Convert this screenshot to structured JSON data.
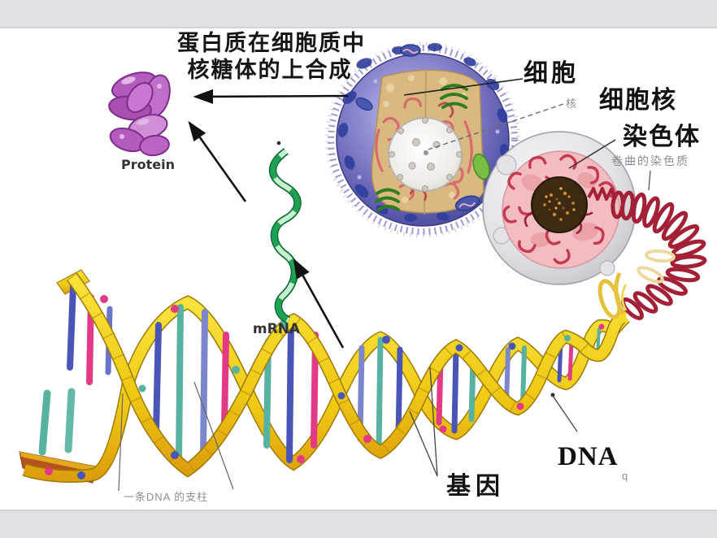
{
  "page": {
    "background": "#ffffff",
    "band_color": "#e2e2e6"
  },
  "title": {
    "line1": "蛋白质在细胞质中",
    "line2": "核糖体的上合成"
  },
  "labels": {
    "cell": "细胞",
    "cell_nucleus": "细胞核",
    "chromosome": "染色体",
    "chromatin_note": "卷曲的染色质",
    "nucleus_note": "核",
    "dna": "DNA",
    "gene": "基因",
    "protein": "Protein",
    "mrna": "mRNA",
    "dna_strand_note": "一条DNA 的支柱",
    "stray_mark": "q"
  },
  "colors": {
    "label_text": "#121212",
    "note_text": "#8d8d95",
    "protein_purple": "#b35cbe",
    "mrna_green": "#1ea152",
    "dna_yellow": "#f2d400",
    "coil_red": "#a32036",
    "cell_blue": "#6b69b8",
    "cytoplasm_tan": "#d9b97f",
    "nucleoplasm_pink": "#f3bcc1",
    "nucleolus_brown": "#3e2a12"
  }
}
